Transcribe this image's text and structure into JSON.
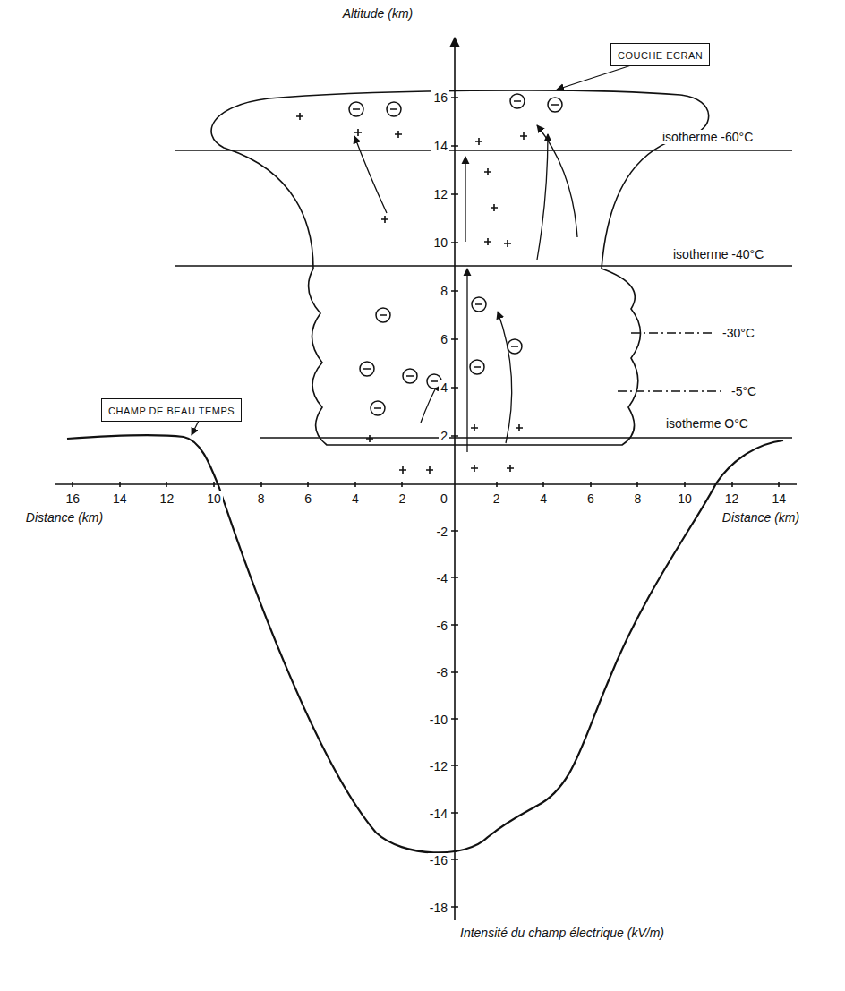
{
  "diagram": {
    "nodes": [
      {
        "text": [
          "COUCHE ECRAN"
        ]
      },
      {
        "text": [
          "CHAMP DE BEAU TEMPS"
        ]
      }
    ],
    "labels": [
      "Altitude (km)",
      "isotherme -60°C",
      "isotherme -40°C",
      "-30°C",
      "-5°C",
      "isotherme O°C",
      "16",
      "14",
      "12",
      "10",
      "8",
      "6",
      "4",
      "2",
      "16",
      "14",
      "12",
      "10",
      "8",
      "6",
      "4",
      "2",
      "0",
      "2",
      "4",
      "6",
      "8",
      "10",
      "12",
      "14",
      "Distance (km)",
      "Distance (km)",
      "-2",
      "-4",
      "-6",
      "-8",
      "-10",
      "-12",
      "-14",
      "-16",
      "-18",
      "Intensité du champ électrique (kV/m)"
    ]
  }
}
